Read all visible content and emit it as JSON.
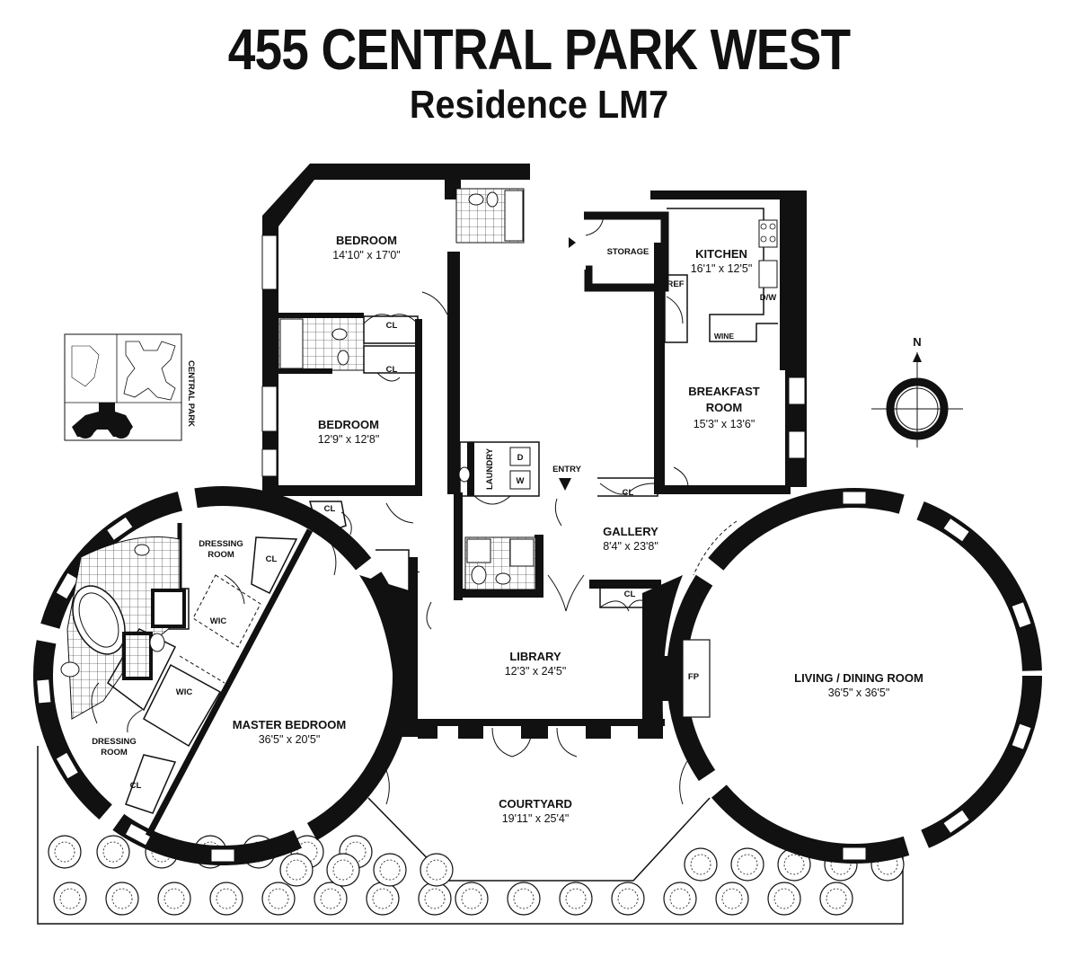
{
  "header": {
    "title": "455 CENTRAL PARK WEST",
    "subtitle": "Residence LM7"
  },
  "rooms": {
    "bedroom1": {
      "name": "BEDROOM",
      "dims": "14'10\" x 17'0\""
    },
    "bedroom2": {
      "name": "BEDROOM",
      "dims": "12'9\" x 12'8\""
    },
    "kitchen": {
      "name": "KITCHEN",
      "dims": "16'1\" x 12'5\""
    },
    "breakfast": {
      "name_line1": "BREAKFAST",
      "name_line2": "ROOM",
      "dims": "15'3\" x 13'6\""
    },
    "gallery": {
      "name": "GALLERY",
      "dims": "8'4\" x 23'8\""
    },
    "library": {
      "name": "LIBRARY",
      "dims": "12'3\" x 24'5\""
    },
    "master": {
      "name": "MASTER BEDROOM",
      "dims": "36'5\" x 20'5\""
    },
    "living": {
      "name": "LIVING / DINING ROOM",
      "dims": "36'5\" x 36'5\""
    },
    "courtyard": {
      "name": "COURTYARD",
      "dims": "19'11\" x 25'4\""
    },
    "dressing1": {
      "line1": "DRESSING",
      "line2": "ROOM"
    },
    "dressing2": {
      "line1": "DRESSING",
      "line2": "ROOM"
    }
  },
  "labels": {
    "storage": "STORAGE",
    "ref": "REF",
    "dw": "D/W",
    "wine": "WINE",
    "entry": "ENTRY",
    "laundry": "LAUNDRY",
    "dryer": "D",
    "washer": "W",
    "fp": "FP",
    "wic": "WIC",
    "cl": "CL"
  },
  "site_map": {
    "street_label": "CENTRAL PARK"
  },
  "compass": {
    "north": "N"
  }
}
